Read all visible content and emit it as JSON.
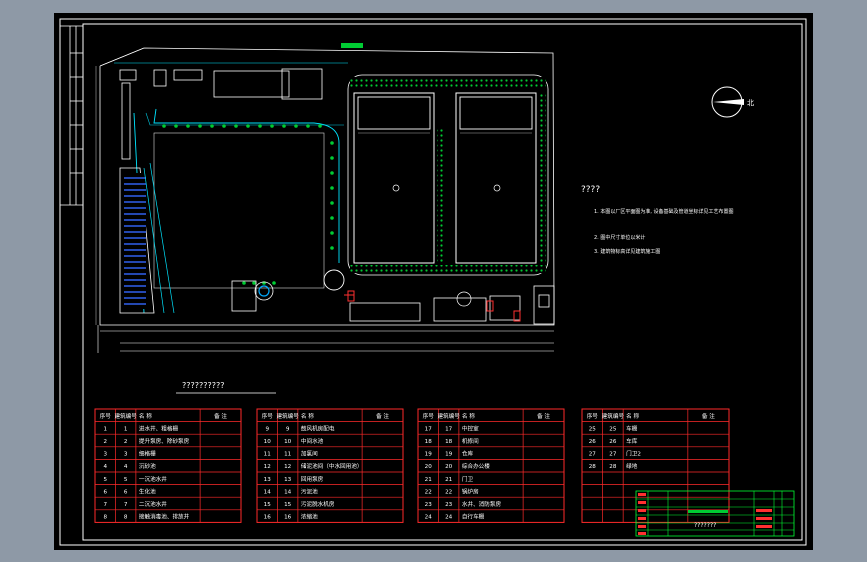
{
  "drawing": {
    "notes_title": "????",
    "notes": [
      "1. 本图以厂区平面图为准, 设备基础及管道坐标详见工艺布置图",
      "2. 图中尺寸单位以米计",
      "3. 建筑物标高详见建筑施工图"
    ],
    "table_title": "??????????",
    "compass_label": "北",
    "title_block_name": "???????",
    "tables": [
      {
        "headers": [
          "序号",
          "建筑编号",
          "名  称",
          "备 注"
        ],
        "rows": [
          [
            "1",
            "1",
            "进水井、粗格栅",
            ""
          ],
          [
            "2",
            "2",
            "提升泵房、除砂泵房",
            ""
          ],
          [
            "3",
            "3",
            "细格栅",
            ""
          ],
          [
            "4",
            "4",
            "沉砂池",
            ""
          ],
          [
            "5",
            "5",
            "一沉池水井",
            ""
          ],
          [
            "6",
            "6",
            "生化池",
            ""
          ],
          [
            "7",
            "7",
            "二沉池水井",
            ""
          ],
          [
            "8",
            "8",
            "接触消毒池、排放井",
            ""
          ]
        ]
      },
      {
        "headers": [
          "序号",
          "建筑编号",
          "名  称",
          "备 注"
        ],
        "rows": [
          [
            "9",
            "9",
            "鼓风机房配电",
            ""
          ],
          [
            "10",
            "10",
            "中间水池",
            ""
          ],
          [
            "11",
            "11",
            "加氯间",
            ""
          ],
          [
            "12",
            "12",
            "储泥池间（中水回用池）",
            ""
          ],
          [
            "13",
            "13",
            "回用泵房",
            ""
          ],
          [
            "14",
            "14",
            "污泥池",
            ""
          ],
          [
            "15",
            "15",
            "污泥脱水机房",
            ""
          ],
          [
            "16",
            "16",
            "浓缩池",
            ""
          ]
        ]
      },
      {
        "headers": [
          "序号",
          "建筑编号",
          "名  称",
          "备 注"
        ],
        "rows": [
          [
            "17",
            "17",
            "中控室",
            ""
          ],
          [
            "18",
            "18",
            "机修间",
            ""
          ],
          [
            "19",
            "19",
            "仓库",
            ""
          ],
          [
            "20",
            "20",
            "综合办公楼",
            ""
          ],
          [
            "21",
            "21",
            "门卫",
            ""
          ],
          [
            "22",
            "22",
            "锅炉房",
            ""
          ],
          [
            "23",
            "23",
            "水井、消防泵房",
            ""
          ],
          [
            "24",
            "24",
            "自行车棚",
            ""
          ]
        ]
      },
      {
        "headers": [
          "序号",
          "建筑编号",
          "名  称",
          "备 注"
        ],
        "rows": [
          [
            "25",
            "25",
            "车棚",
            ""
          ],
          [
            "26",
            "26",
            "车库",
            ""
          ],
          [
            "27",
            "27",
            "门卫2",
            ""
          ],
          [
            "28",
            "28",
            "绿地",
            ""
          ]
        ]
      }
    ]
  }
}
